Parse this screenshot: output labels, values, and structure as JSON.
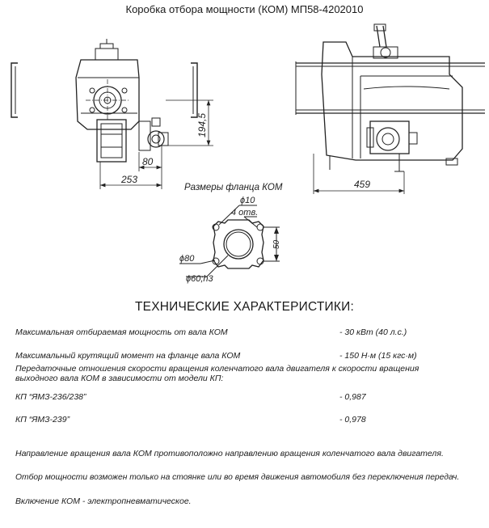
{
  "title": "Коробка отбора мощности (КОМ) МП58-4202010",
  "dimensions": {
    "d253": "253",
    "d80": "80",
    "d194": "194,5",
    "d459": "459"
  },
  "flange": {
    "title": "Размеры фланца КОМ",
    "d10": "ϕ10",
    "holes": "4 отв.",
    "d50": "50",
    "d80": "ϕ80",
    "d60": "ϕ60;h3"
  },
  "specs": {
    "heading": "ТЕХНИЧЕСКИЕ ХАРАКТЕРИСТИКИ:",
    "power_label": "Максимальная отбираемая мощность от вала КОМ",
    "power_value": "- 30 кВт (40 л.с.)",
    "torque_label": "Максимальный крутящий момент на фланце вала КОМ",
    "torque_value": "- 150 Н·м (15 кгс·м)",
    "ratio_intro": "Передаточные отношения скорости вращения коленчатого вала двигателя к скорости вращения выходного вала КОМ в зависимости от модели КП:",
    "kp1_label": "КП “ЯМЗ-236/238”",
    "kp1_value": "- 0,987",
    "kp2_label": "КП “ЯМЗ-239”",
    "kp2_value": "- 0,978",
    "note_direction": "Направление вращения вала КОМ противоположно направлению вращения коленчатого вала двигателя.",
    "note_power": "Отбор мощности возможен только на стоянке или во время движения автомобиля без переключения передач.",
    "note_switch": "Включение КОМ - электропневматическое."
  }
}
